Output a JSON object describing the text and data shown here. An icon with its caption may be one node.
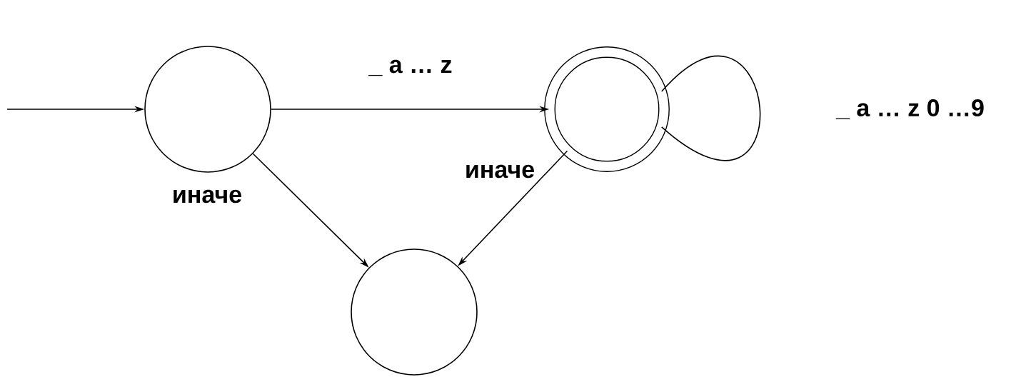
{
  "diagram": {
    "nodes": [
      {
        "text": [],
        "shape": "circle"
      },
      {
        "text": [],
        "shape": "circle"
      },
      {
        "text": [],
        "shape": "circle"
      }
    ],
    "edges": [
      {
        "from": null,
        "to": 0,
        "arrow": "to"
      },
      {
        "from": 0,
        "to": 1,
        "arrow": "to",
        "label": "_ a … z"
      },
      {
        "from": 1,
        "to": 1,
        "arrow": "none",
        "label": "_ a … z 0 …9"
      },
      {
        "from": 0,
        "to": 2,
        "arrow": "to",
        "label": "иначе"
      },
      {
        "from": 1,
        "to": 2,
        "arrow": "to",
        "label": "иначе"
      }
    ]
  }
}
